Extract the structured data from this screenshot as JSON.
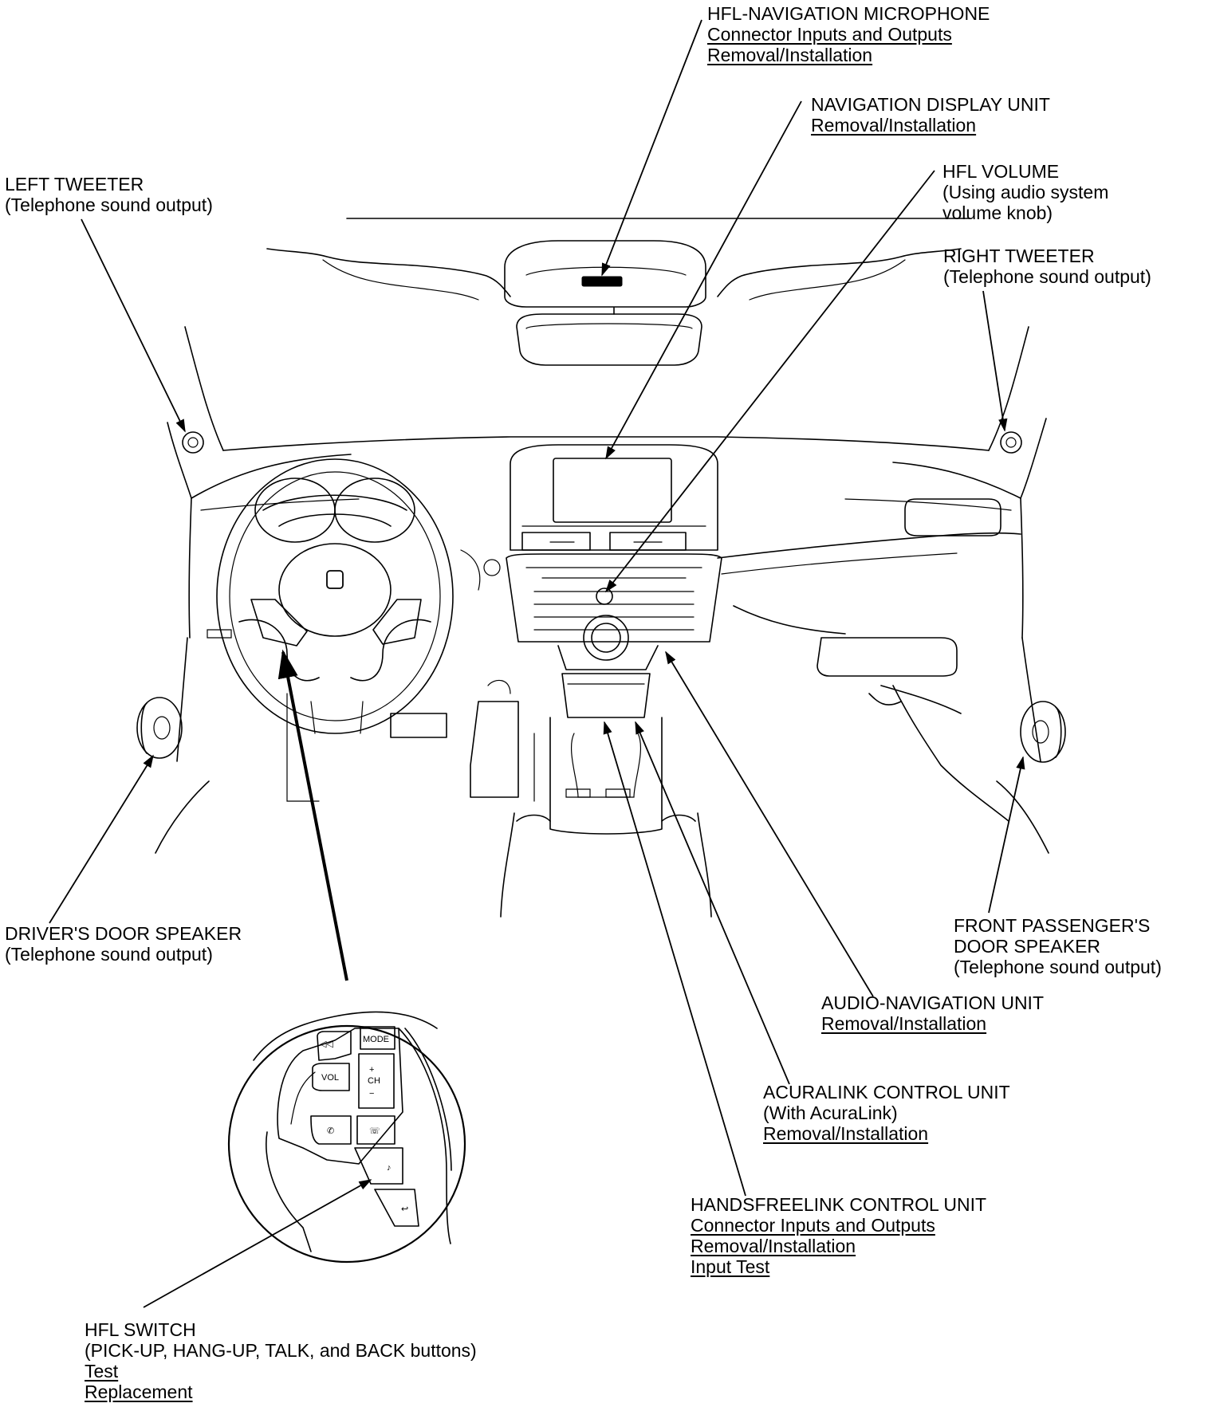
{
  "labels": {
    "hfl_mic": {
      "title": "HFL-NAVIGATION MICROPHONE",
      "links": [
        "Connector Inputs and Outputs",
        "Removal/Installation"
      ]
    },
    "nav_display": {
      "title": "NAVIGATION DISPLAY UNIT",
      "links": [
        "Removal/Installation"
      ]
    },
    "hfl_volume": {
      "title": "HFL VOLUME",
      "lines": [
        "(Using audio system",
        "volume knob)"
      ]
    },
    "left_tweeter": {
      "title": "LEFT TWEETER",
      "lines": [
        "(Telephone sound output)"
      ]
    },
    "right_tweeter": {
      "title": "RIGHT TWEETER",
      "lines": [
        "(Telephone sound output)"
      ]
    },
    "driver_door": {
      "title": "DRIVER'S DOOR SPEAKER",
      "lines": [
        "(Telephone sound output)"
      ]
    },
    "passenger_door": {
      "title": "FRONT PASSENGER'S",
      "lines": [
        "DOOR SPEAKER",
        "(Telephone sound output)"
      ]
    },
    "audio_nav": {
      "title": "AUDIO-NAVIGATION UNIT",
      "links": [
        "Removal/Installation"
      ]
    },
    "acuralink": {
      "title": "ACURALINK CONTROL UNIT",
      "lines": [
        "(With AcuraLink)"
      ],
      "links": [
        "Removal/Installation"
      ]
    },
    "handsfreelink": {
      "title": "HANDSFREELINK CONTROL UNIT",
      "links": [
        "Connector Inputs and Outputs",
        "Removal/Installation",
        "Input Test"
      ]
    },
    "hfl_switch": {
      "title": "HFL SWITCH",
      "lines": [
        "(PICK-UP, HANG-UP, TALK, and BACK buttons)"
      ],
      "links": [
        "Test",
        "Replacement"
      ]
    }
  },
  "switch_buttons": {
    "mode": "MODE",
    "vol": "VOL",
    "ch": "CH",
    "plus": "+",
    "minus": "−"
  }
}
